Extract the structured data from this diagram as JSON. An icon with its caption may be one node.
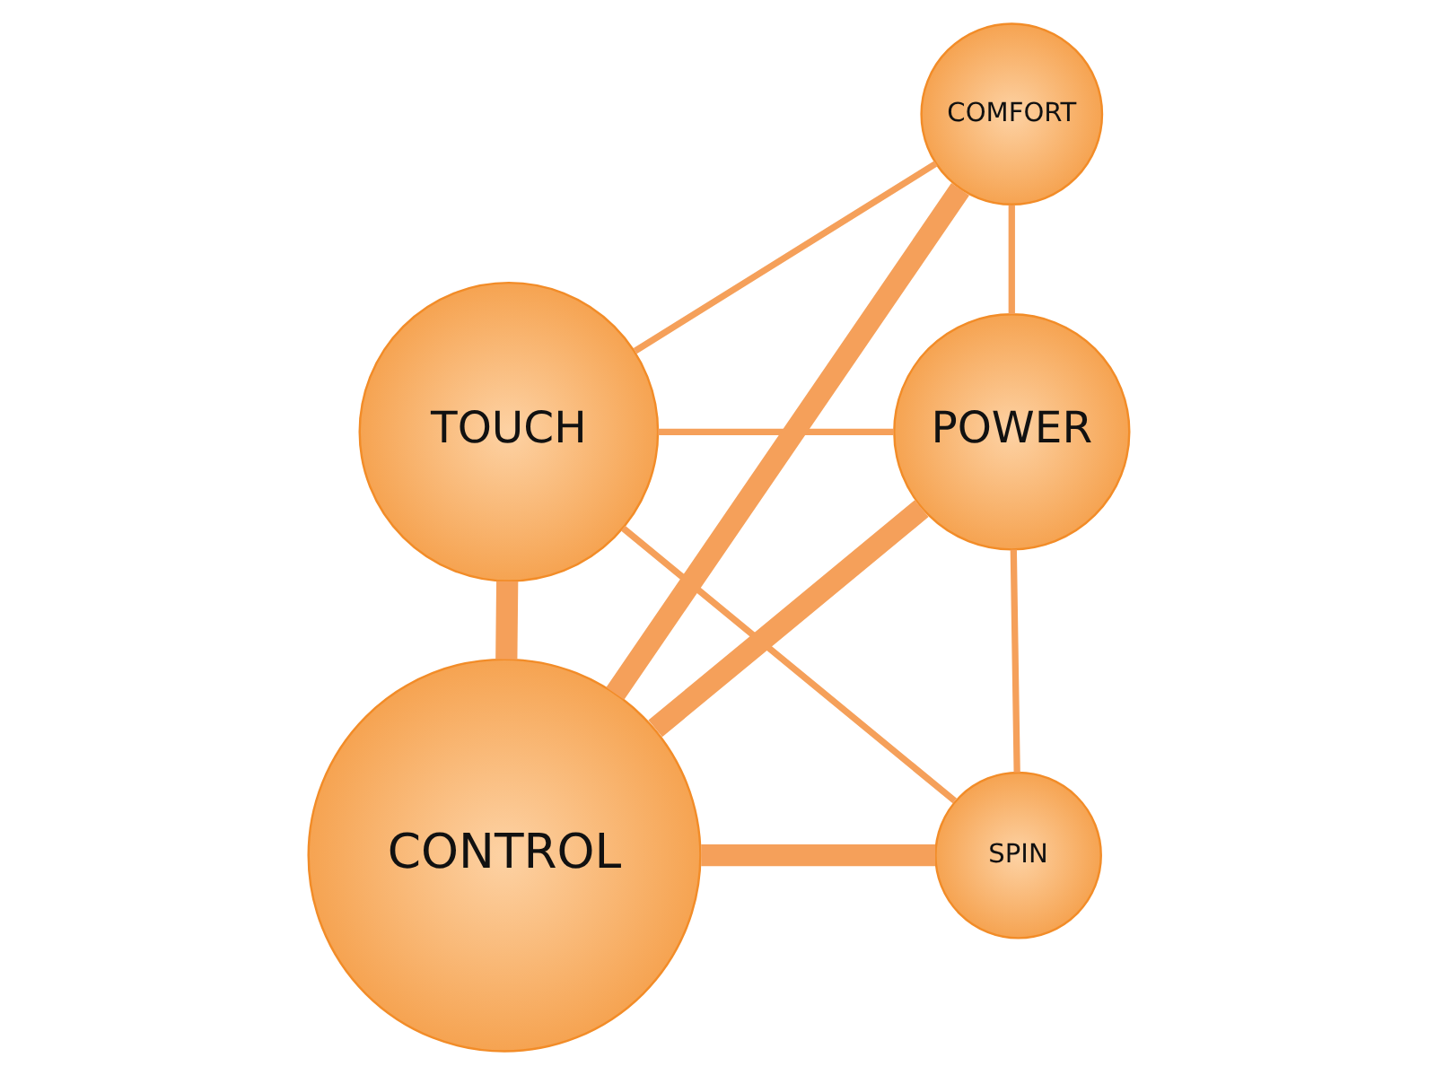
{
  "diagram": {
    "nodes": [
      {
        "text": [
          "TOUCH"
        ]
      },
      {
        "text": [
          "COMFORT"
        ]
      },
      {
        "text": [
          "POWER"
        ]
      },
      {
        "text": [
          "CONTROL"
        ]
      },
      {
        "text": [
          "SPIN"
        ]
      }
    ],
    "edges": [
      {
        "from": 0,
        "to": 1,
        "arrow": "none"
      },
      {
        "from": 0,
        "to": 2,
        "arrow": "none"
      },
      {
        "from": 0,
        "to": 3,
        "arrow": "none",
        "style": "thick"
      },
      {
        "from": 0,
        "to": 4,
        "arrow": "none"
      },
      {
        "from": 1,
        "to": 2,
        "arrow": "none"
      },
      {
        "from": 1,
        "to": 3,
        "arrow": "none",
        "style": "thick"
      },
      {
        "from": 2,
        "to": 3,
        "arrow": "none",
        "style": "thick"
      },
      {
        "from": 2,
        "to": 4,
        "arrow": "none"
      },
      {
        "from": 3,
        "to": 4,
        "arrow": "none",
        "style": "thick"
      }
    ]
  }
}
